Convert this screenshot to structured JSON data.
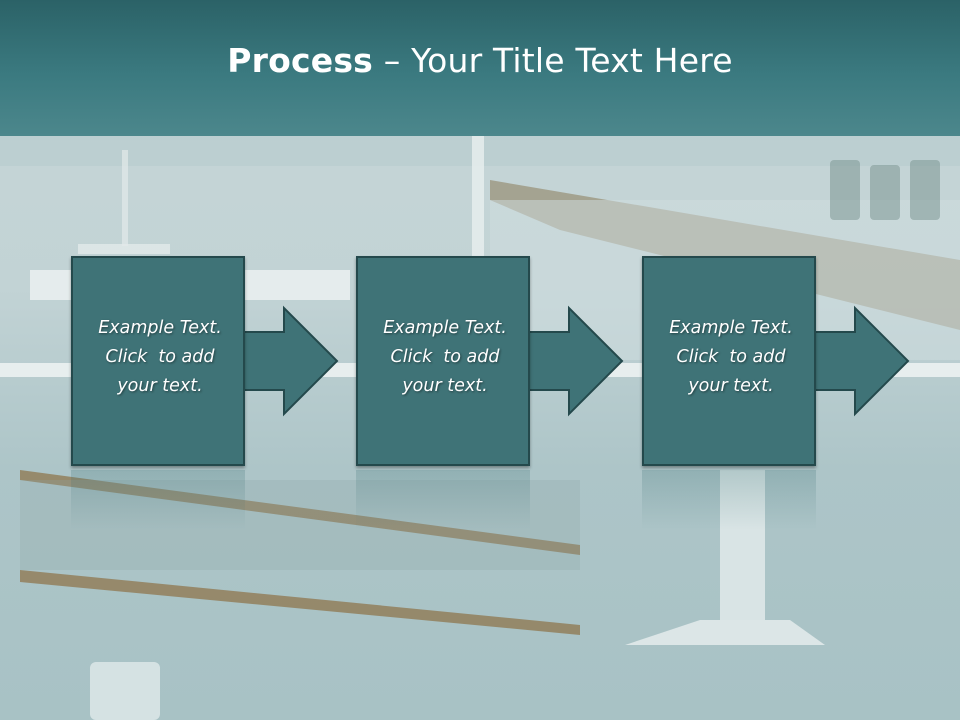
{
  "slide": {
    "title_bold": "Process",
    "title_rest": " – Your Title Text Here"
  },
  "process_steps": [
    {
      "lines": [
        "Example Text.",
        "Click  to add",
        "your text."
      ]
    },
    {
      "lines": [
        "Example Text.",
        "Click  to add",
        "your text."
      ]
    },
    {
      "lines": [
        "Example Text.",
        "Click  to add",
        "your text."
      ]
    }
  ],
  "colors": {
    "header": "#3b7a80",
    "box_fill": "#3f7377",
    "box_border": "#24494c",
    "arrow_fill": "#3f7377"
  },
  "background_image": "kitchen-interior-photo"
}
